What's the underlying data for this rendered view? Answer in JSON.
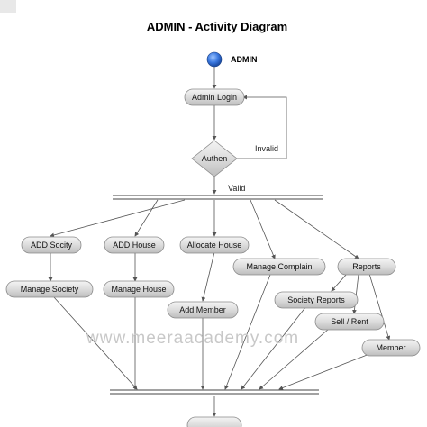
{
  "title": "ADMIN - Activity Diagram",
  "start_label": "ADMIN",
  "nodes": {
    "admin_login": "Admin Login",
    "authen": "Authen",
    "add_society": "ADD Socity",
    "add_house": "ADD House",
    "allocate_house": "Allocate House",
    "manage_complain": "Manage Complain",
    "reports": "Reports",
    "manage_society": "Manage Society",
    "manage_house": "Manage House",
    "add_member": "Add Member",
    "society_reports": "Society Reports",
    "sell_rent": "Sell / Rent",
    "member": "Member"
  },
  "edge_labels": {
    "invalid": "Invalid",
    "valid": "Valid"
  },
  "watermark": "www.meeraacademy.com"
}
